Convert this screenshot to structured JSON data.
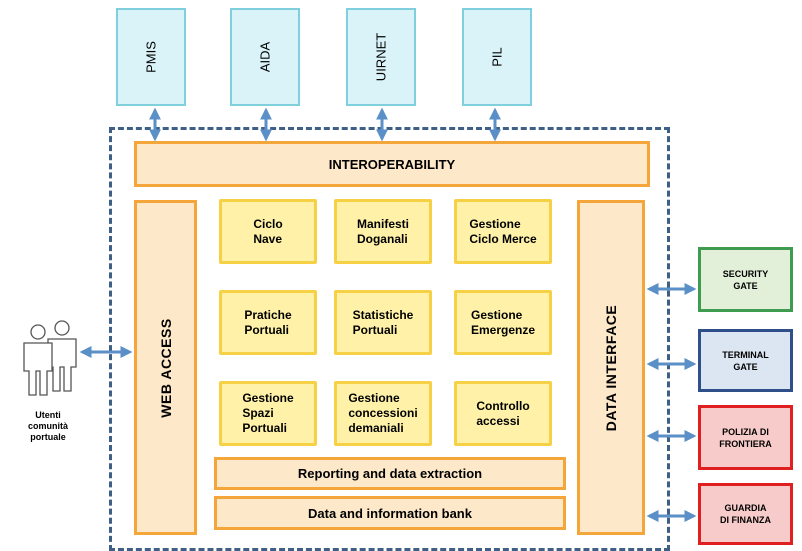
{
  "external_systems": [
    "PMIS",
    "AIDA",
    "UIRNET",
    "PIL"
  ],
  "interoperability": "INTEROPERABILITY",
  "web_access": "WEB ACCESS",
  "data_interface": "DATA   INTERFACE",
  "modules": [
    "Ciclo\nNave",
    "Manifesti\nDoganali",
    "Gestione\nCiclo Merce",
    "Pratiche\nPortuali",
    "Statistiche\nPortuali",
    "Gestione\nEmergenze",
    "Gestione\nSpazi\nPortuali",
    "Gestione\nconcessioni\ndemaniali",
    "Controllo\naccessi"
  ],
  "reporting": "Reporting and data extraction",
  "data_bank": "Data and information bank",
  "users_label": "Utenti\ncomunità\nportuale",
  "gates": [
    {
      "label": "SECURITY\nGATE",
      "fill": "#e2f0d9",
      "border": "#3f9b4f"
    },
    {
      "label": "TERMINAL\nGATE",
      "fill": "#dce6f2",
      "border": "#2f4f8a"
    },
    {
      "label": "POLIZIA DI\nFRONTIERA",
      "fill": "#f8cbcb",
      "border": "#e02020"
    },
    {
      "label": "GUARDIA\nDI FINANZA",
      "fill": "#f8cbcb",
      "border": "#e02020"
    }
  ],
  "colors": {
    "arrow": "#5b8fc7",
    "dashed_border": "#3e5f86"
  }
}
